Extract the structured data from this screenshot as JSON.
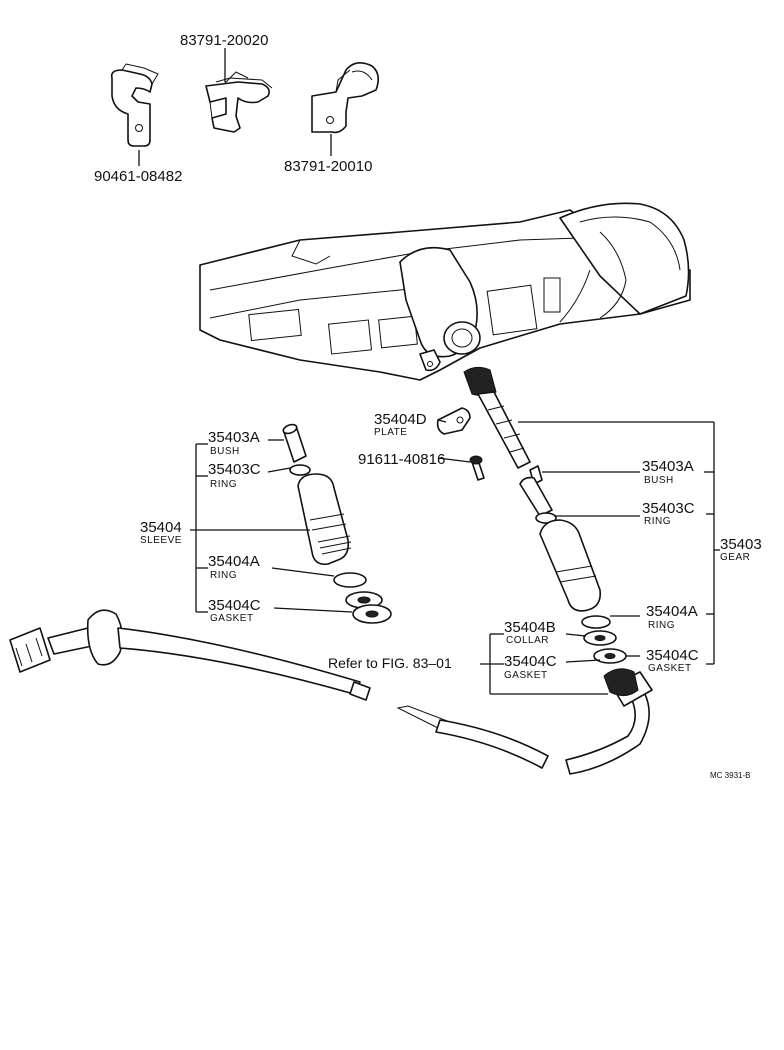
{
  "clips": {
    "top_part": "83791-20020",
    "left_part": "90461-08482",
    "right_part": "83791-20010"
  },
  "left_group": {
    "sleeve": {
      "number": "35404",
      "name": "SLEEVE"
    },
    "bush": {
      "number": "35403A",
      "name": "BUSH"
    },
    "ring_c": {
      "number": "35403C",
      "name": "RING"
    },
    "ring_a": {
      "number": "35404A",
      "name": "RING"
    },
    "gasket": {
      "number": "35404C",
      "name": "GASKET"
    }
  },
  "right_group": {
    "gear": {
      "number": "35403",
      "name": "GEAR"
    },
    "plate": {
      "number": "35404D",
      "name": "PLATE"
    },
    "bolt": {
      "number": "91611-40816"
    },
    "bush": {
      "number": "35403A",
      "name": "BUSH"
    },
    "ring_c": {
      "number": "35403C",
      "name": "RING"
    },
    "ring_a": {
      "number": "35404A",
      "name": "RING"
    },
    "collar": {
      "number": "35404B",
      "name": "COLLAR"
    },
    "gasket_left": {
      "number": "35404C",
      "name": "GASKET"
    },
    "gasket_right": {
      "number": "35404C",
      "name": "GASKET"
    }
  },
  "reference": "Refer to FIG. 83–01",
  "figure_code": "MC 3931-B"
}
